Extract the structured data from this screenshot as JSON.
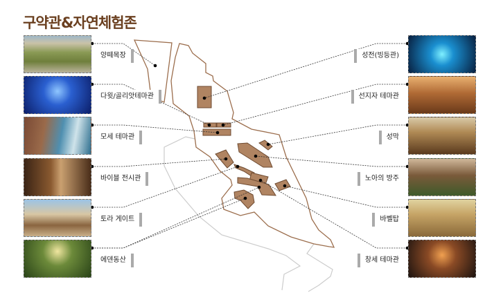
{
  "title": "구약관&자연체험존",
  "left_items": [
    {
      "label": "양떼목장",
      "image": "pasture-photo"
    },
    {
      "label": "다윗/골리앗테마관",
      "image": "blue-hall-photo"
    },
    {
      "label": "모세 테마관",
      "image": "red-sea-photo"
    },
    {
      "label": "바이블 전시관",
      "image": "exhibit-hall-photo"
    },
    {
      "label": "토라 게이트",
      "image": "stone-gate-photo"
    },
    {
      "label": "에덴동산",
      "image": "jungle-photo"
    }
  ],
  "right_items": [
    {
      "label": "성전(빙등관)",
      "image": "ice-temple-photo"
    },
    {
      "label": "선지자 테마관",
      "image": "desert-photo"
    },
    {
      "label": "성막",
      "image": "tabernacle-photo"
    },
    {
      "label": "노아의 방주",
      "image": "ark-photo"
    },
    {
      "label": "바벨탑",
      "image": "babel-tower-photo"
    },
    {
      "label": "창세 테마관",
      "image": "creation-hall-photo"
    }
  ],
  "colors": {
    "title": "#6a3f1f",
    "building": "#b08462",
    "outline": "#8a5a3a"
  }
}
